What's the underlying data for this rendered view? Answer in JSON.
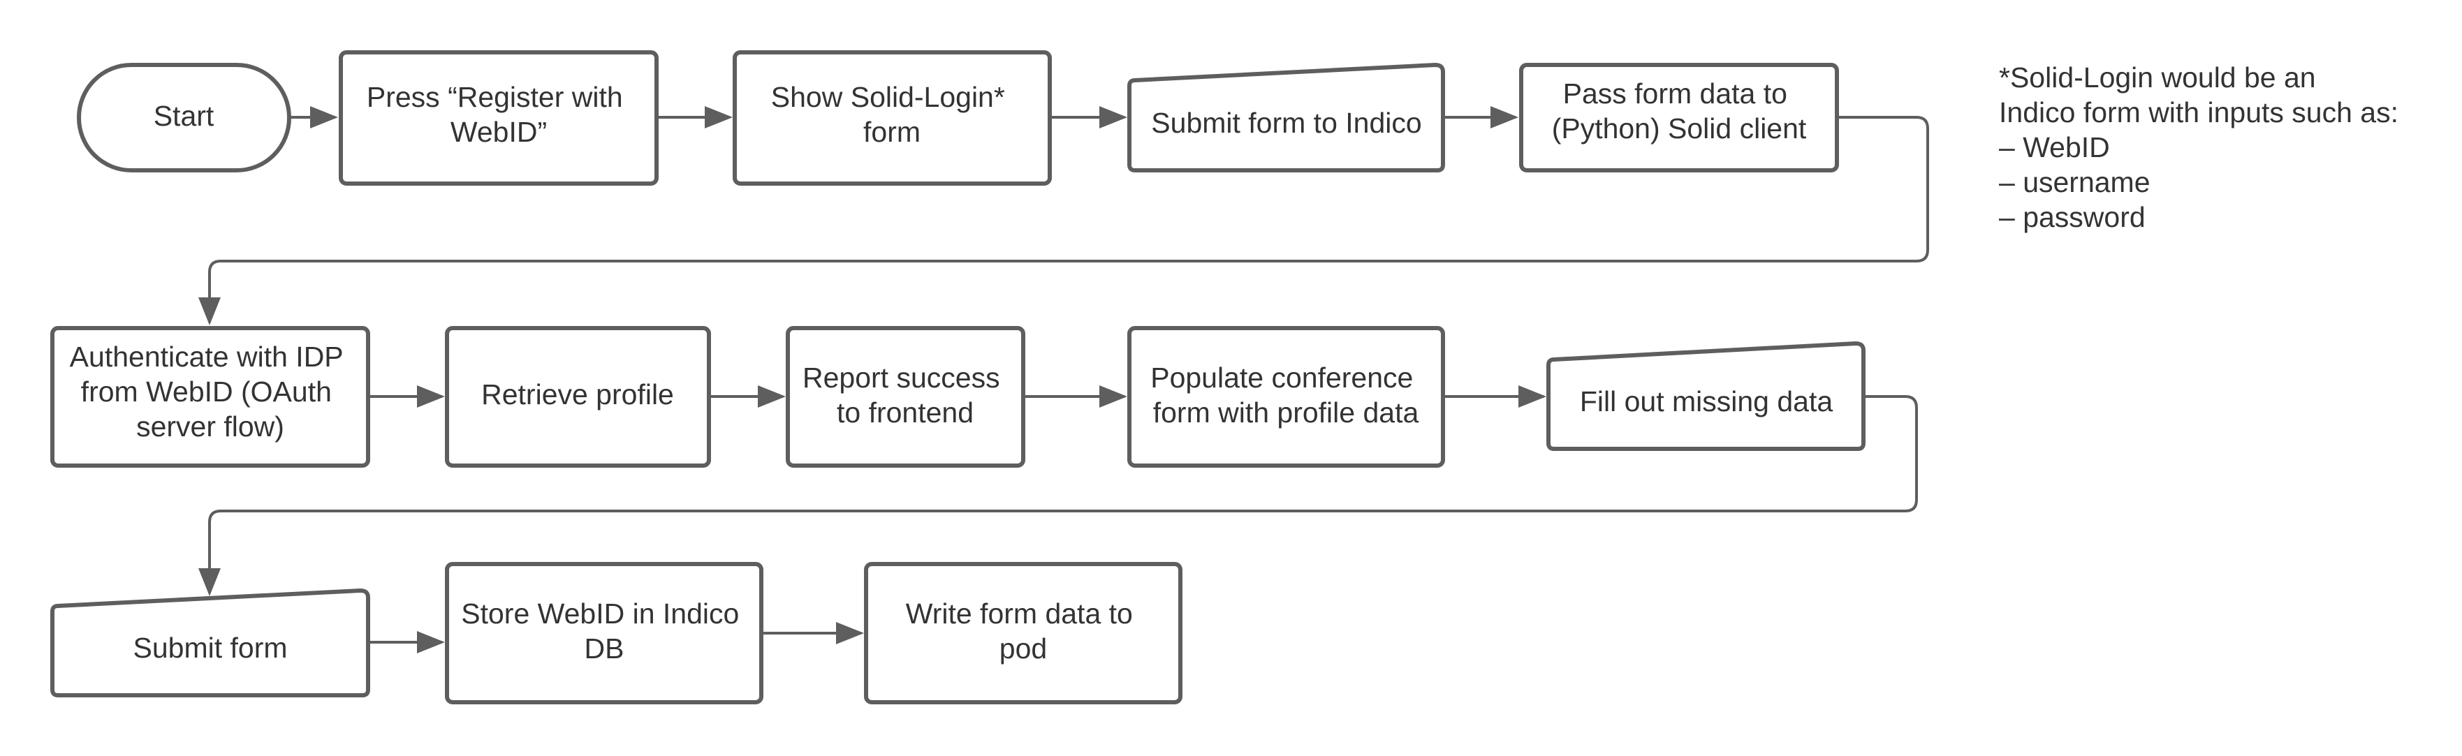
{
  "colors": {
    "stroke": "#5e5e5e",
    "text": "#333333",
    "background": "#ffffff"
  },
  "nodes": {
    "start": "Start",
    "press_register": [
      "Press “Register with",
      "WebID”"
    ],
    "show_solid_login": [
      "Show Solid-Login*",
      "form"
    ],
    "submit_to_indico": "Submit form to Indico",
    "pass_form_data": [
      "Pass form data to",
      "(Python) Solid client"
    ],
    "authenticate": [
      "Authenticate with IDP",
      "from WebID (OAuth",
      "server flow)"
    ],
    "retrieve_profile": "Retrieve profile",
    "report_success": [
      "Report success",
      "to frontend"
    ],
    "populate_form": [
      "Populate conference",
      "form with profile data"
    ],
    "fill_missing": "Fill out missing data",
    "submit_form": "Submit form",
    "store_webid": [
      "Store WebID in Indico",
      "DB"
    ],
    "write_pod": [
      "Write form data to",
      "pod"
    ]
  },
  "note": [
    "*Solid-Login would be an",
    "Indico form with inputs such as:",
    "– WebID",
    "– username",
    "– password"
  ]
}
